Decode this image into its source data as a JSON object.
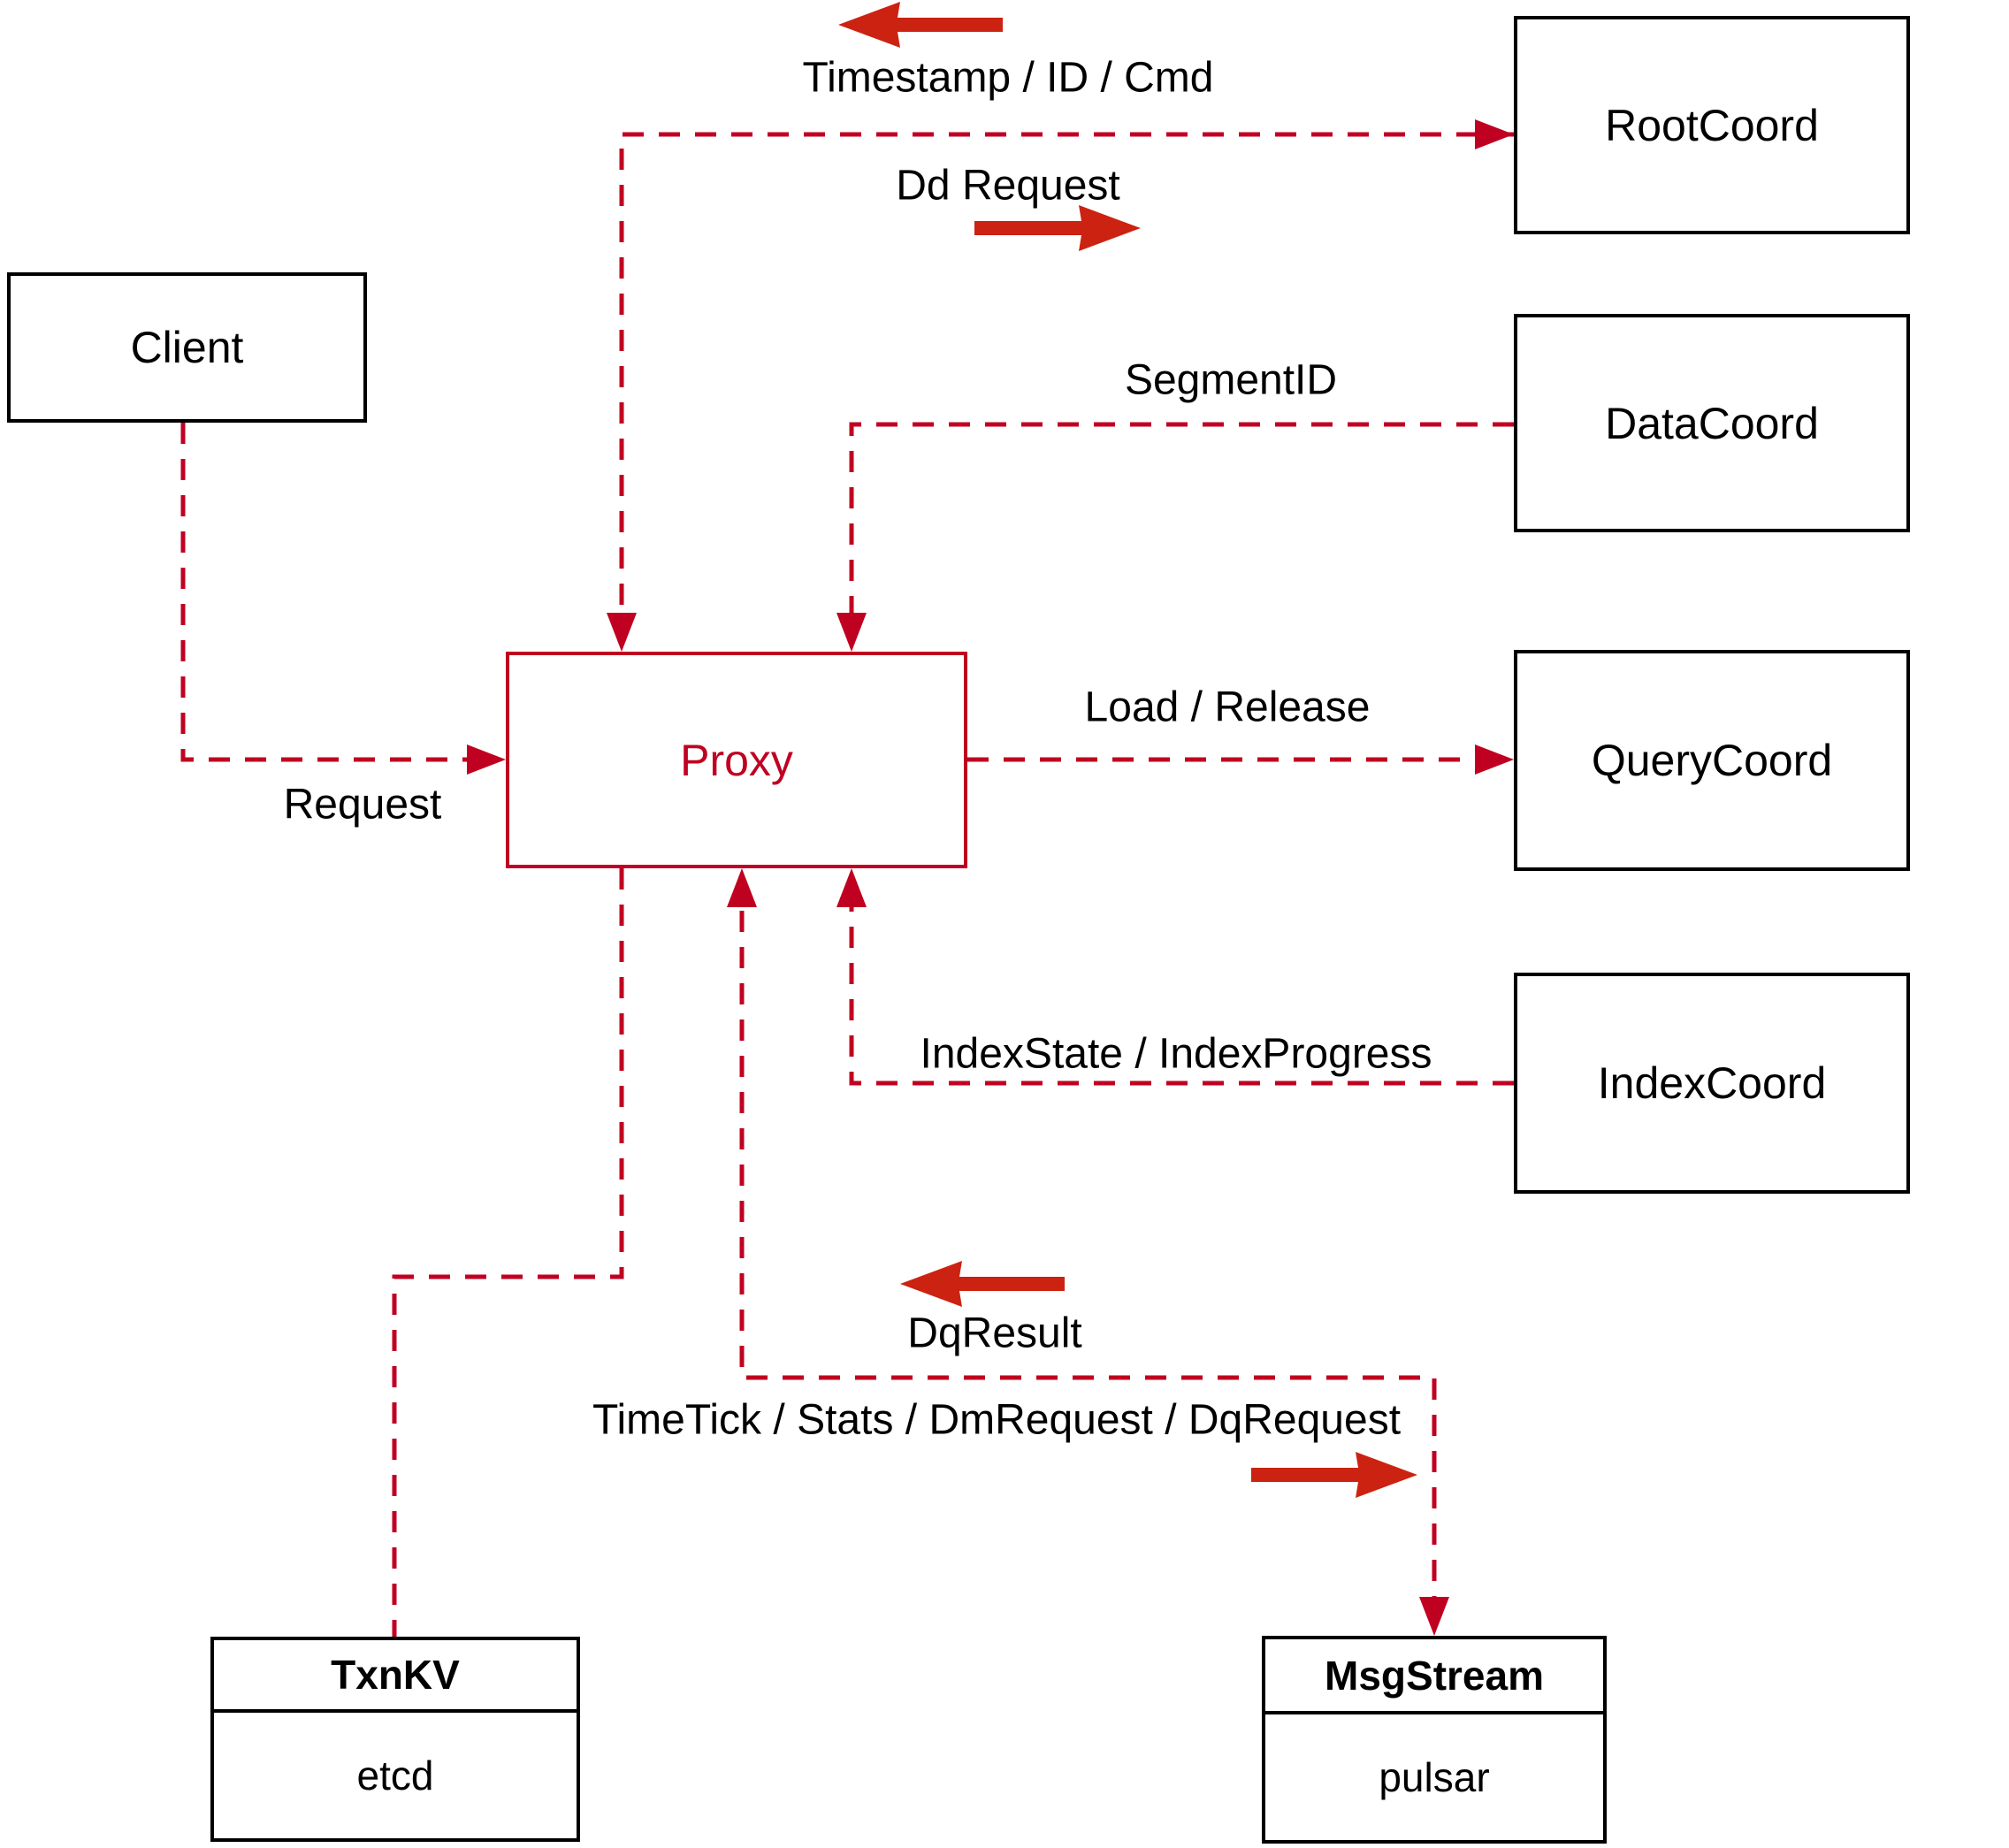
{
  "diagram": {
    "nodes": {
      "client": {
        "label": "Client"
      },
      "root_coord": {
        "label": "RootCoord"
      },
      "data_coord": {
        "label": "DataCoord"
      },
      "query_coord": {
        "label": "QueryCoord"
      },
      "index_coord": {
        "label": "IndexCoord"
      },
      "proxy": {
        "label": "Proxy"
      },
      "txn_kv": {
        "title": "TxnKV",
        "subtitle": "etcd"
      },
      "msg_stream": {
        "title": "MsgStream",
        "subtitle": "pulsar"
      }
    },
    "edge_labels": {
      "timestamp_id_cmd": "Timestamp / ID / Cmd",
      "dd_request": "Dd Request",
      "segment_id": "SegmentID",
      "request": "Request",
      "load_release": "Load / Release",
      "index_state": "IndexState / IndexProgress",
      "dq_result": "DqResult",
      "time_tick": "TimeTick / Stats / DmRequest / DqRequest"
    },
    "colors": {
      "connector": "#c00021",
      "direction_arrow": "#cc2211",
      "node_border": "#000000",
      "proxy_accent": "#c00021",
      "text": "#000000",
      "background": "#ffffff"
    }
  }
}
